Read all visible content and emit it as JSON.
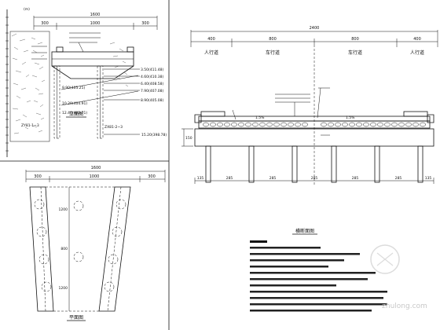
{
  "elevation_view": {
    "scale_unit": "(m)",
    "dim_total": "1600",
    "dim_parts": [
      "300",
      "1000",
      "300"
    ],
    "levels": [
      "3.50(411.48)",
      "4.60(410.38)",
      "6.40(408.58)",
      "7.90(407.08)",
      "8.90(405.08)",
      "15.20(398.78)"
    ],
    "left_levels": [
      "9.90(405.21)",
      "10.20(404.91)",
      "12.40(402.71)"
    ],
    "borehole_left": "ZY81-1~3",
    "borehole_right": "ZX81-2~3",
    "title": "立面图"
  },
  "plan_view": {
    "dim_total": "1600",
    "dim_parts": [
      "300",
      "1000",
      "300"
    ],
    "side_dims": [
      "1200",
      "800",
      "1200"
    ],
    "title": "平面图"
  },
  "cross_section": {
    "dim_total": "2400",
    "dim_parts": [
      "400",
      "800",
      "800",
      "400"
    ],
    "lanes": [
      "人行道",
      "车行道",
      "车行道",
      "人行道"
    ],
    "slope_left": "1.5%",
    "slope_right": "1.5%",
    "beam_height": "150",
    "pile_spacing": [
      "135",
      "285",
      "285",
      "285",
      "285",
      "285",
      "135"
    ],
    "title": "横断面图"
  },
  "watermark": "zhulong.com"
}
